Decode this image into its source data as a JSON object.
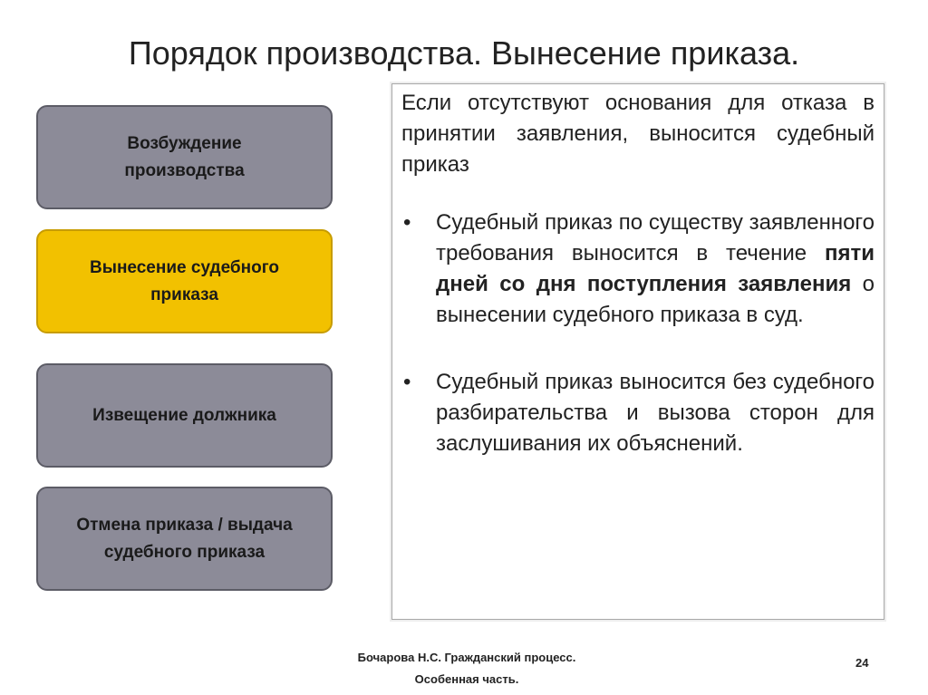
{
  "title": "Порядок производства. Вынесение приказа.",
  "steps": [
    {
      "label": "Возбуждение\nпроизводства",
      "active": false
    },
    {
      "label": "Вынесение судебного\nприказа",
      "active": true
    },
    {
      "label": "Извещение должника",
      "active": false
    },
    {
      "label": "Отмена приказа / выдача\nсудебного приказа",
      "active": false
    }
  ],
  "colors": {
    "step_gray": "#8c8b98",
    "step_active": "#f2c100"
  },
  "content": {
    "intro": "Если отсутствуют основания для отказа в принятии заявления, выносится судебный приказ",
    "bullet_icon": "bullet-dot-icon",
    "bullet1": {
      "before": "Судебный приказ по существу заявленного требования выносится в течение ",
      "bold": "пяти дней со дня поступления заявления",
      "after": " о вынесении судебного приказа в суд."
    },
    "bullet2": "Судебный приказ выносится без судебного разбирательства и вызова сторон для заслушивания их объяснений."
  },
  "footer": {
    "line1": "Бочарова Н.С. Гражданский процесс.",
    "line2": "Особенная часть."
  },
  "page_number": "24"
}
